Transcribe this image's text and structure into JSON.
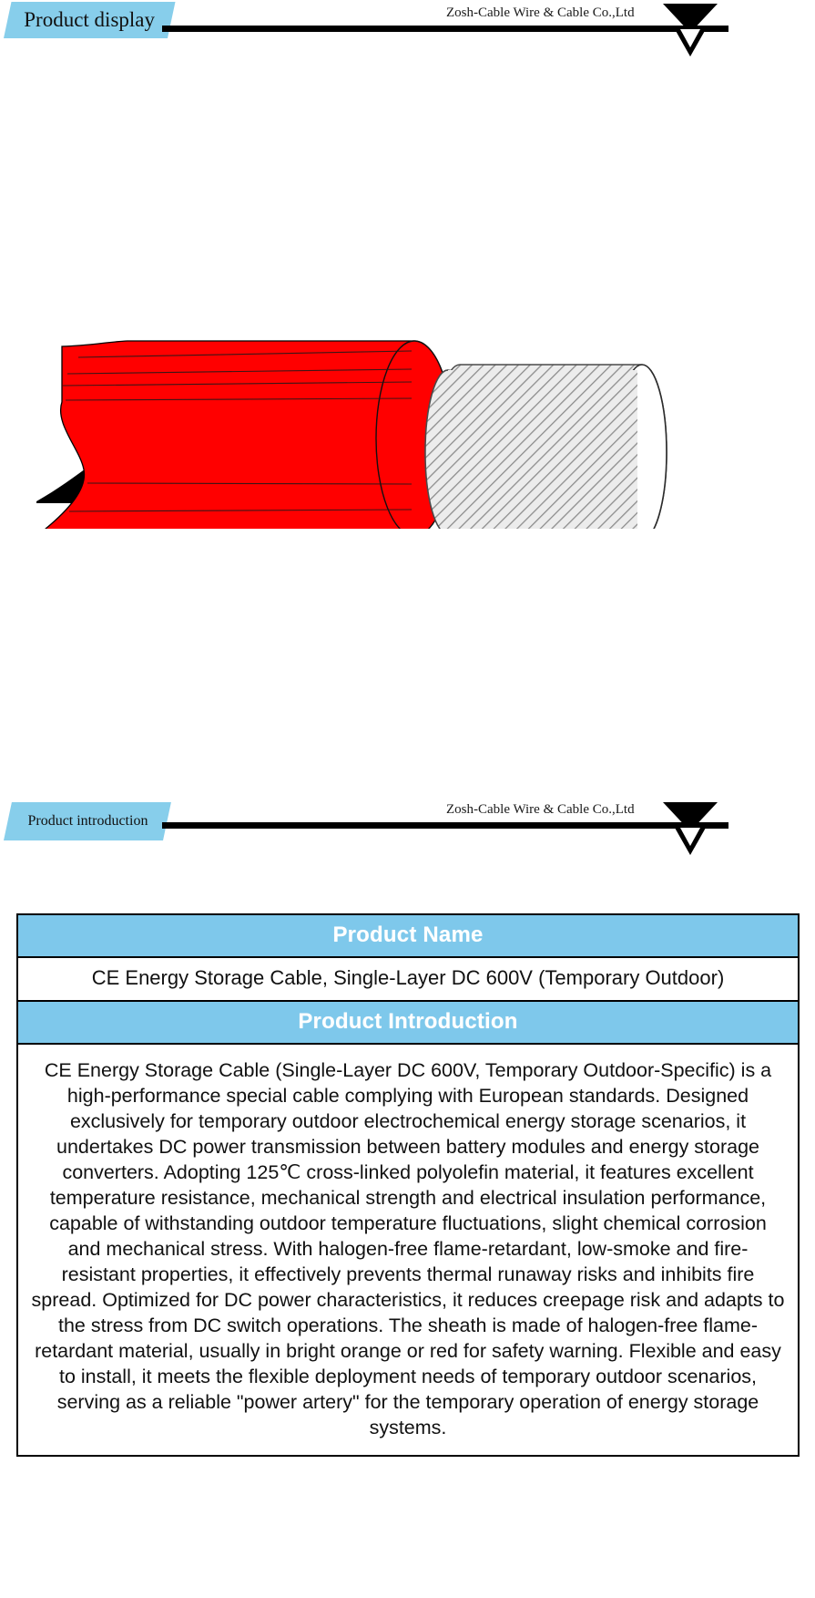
{
  "sections": {
    "display": {
      "label": "Product display",
      "company": "Zosh-Cable Wire & Cable Co.,Ltd"
    },
    "introduction": {
      "label": "Product introduction",
      "company": "Zosh-Cable Wire & Cable Co.,Ltd"
    }
  },
  "colors": {
    "accent_blue": "#87CEEB",
    "table_header_blue": "#7EC8EB",
    "cable_red": "#FF0000",
    "cable_black": "#000000",
    "conductor_grey": "#E8E8E8",
    "rule_black": "#000000"
  },
  "product_image": {
    "caption": "red-sheathed single-layer dc cable with exposed stranded conductor end",
    "sheath_color": "#FF0000",
    "underside_color": "#000000",
    "conductor_color": "#E8E8E8"
  },
  "table": {
    "name_header": "Product Name",
    "name_value": "CE Energy Storage Cable, Single-Layer DC 600V (Temporary Outdoor)",
    "intro_header": "Product Introduction",
    "intro_text": "CE Energy Storage Cable (Single-Layer DC 600V, Temporary Outdoor-Specific) is a high-performance special cable complying with European standards. Designed exclusively for temporary outdoor electrochemical energy storage scenarios, it undertakes DC power transmission between battery modules and energy storage converters. Adopting 125℃ cross-linked polyolefin material, it features excellent temperature resistance, mechanical strength and electrical insulation performance, capable of withstanding outdoor temperature fluctuations, slight chemical corrosion and mechanical stress. With halogen-free flame-retardant, low-smoke and fire-resistant properties, it effectively prevents thermal runaway risks and inhibits fire spread. Optimized for DC power characteristics, it reduces creepage risk and adapts to the stress from DC switch operations. The sheath is made of halogen-free flame-retardant material, usually in bright orange or red for safety warning. Flexible and easy to install, it meets the flexible deployment needs of temporary outdoor scenarios, serving as a reliable \"power artery\" for the temporary operation of energy storage systems."
  }
}
